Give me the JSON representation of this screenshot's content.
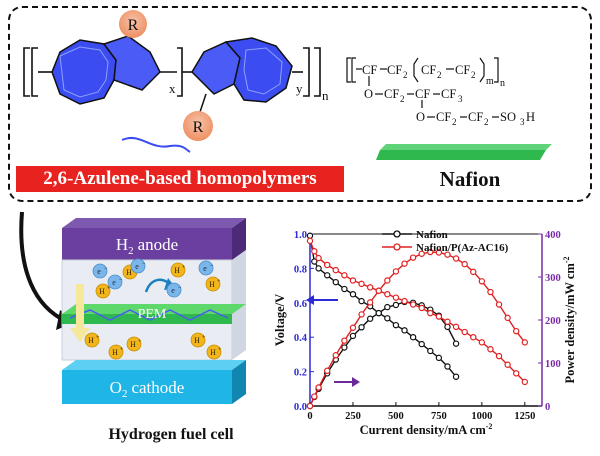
{
  "top": {
    "polymer_label": "2,6-Azulene-based homopolymers",
    "nafion_label": "Nafion",
    "substituent": "R",
    "subscript_x": "x",
    "subscript_y": "y",
    "subscript_n": "n",
    "nafion_m": "m",
    "nafion_n": "n",
    "nafion_row1": [
      "CF",
      "CF",
      "CF",
      "CF"
    ],
    "nafion_sub2": "2",
    "nafion_cf3": "CF",
    "nafion_o": "O",
    "nafion_so3h": "SO",
    "nafion_h": "H",
    "nafion_3": "3"
  },
  "fuel_cell": {
    "anode_label": "H",
    "anode_sub": "2",
    "anode_text": "anode",
    "cathode_label": "O",
    "cathode_sub": "2",
    "cathode_text": "cathode",
    "membrane_label": "PEM",
    "caption": "Hydrogen fuel cell",
    "electron": "e",
    "electron_sup": "−",
    "proton": "H",
    "proton_sup": "+"
  },
  "chart_data": {
    "type": "line",
    "xlabel": "Current density/mA cm",
    "xlabel_sup": "-2",
    "ylabel_left": "Voltage/V",
    "ylabel_right": "Power density/mW cm",
    "ylabel_right_sup": "-2",
    "xlim": [
      0,
      1350
    ],
    "ylim_left": [
      0,
      1.0
    ],
    "ylim_right": [
      0,
      400
    ],
    "x_ticks": [
      0,
      250,
      500,
      750,
      1000,
      1250
    ],
    "y_left_ticks": [
      0.0,
      0.2,
      0.4,
      0.6,
      0.8,
      1.0
    ],
    "y_right_ticks": [
      0,
      100,
      200,
      300,
      400
    ],
    "legend_position": "top-right",
    "series": [
      {
        "name": "Nafion",
        "color": "#111111",
        "axis": "left",
        "kind": "voltage",
        "x": [
          0,
          25,
          50,
          100,
          150,
          200,
          250,
          300,
          350,
          400,
          450,
          500,
          550,
          600,
          650,
          700,
          750,
          800,
          850
        ],
        "y": [
          0.99,
          0.84,
          0.8,
          0.76,
          0.72,
          0.68,
          0.65,
          0.61,
          0.58,
          0.54,
          0.51,
          0.47,
          0.44,
          0.4,
          0.36,
          0.32,
          0.28,
          0.23,
          0.17
        ]
      },
      {
        "name": "Nafion",
        "color": "#111111",
        "axis": "right",
        "kind": "power",
        "x": [
          0,
          25,
          50,
          100,
          150,
          200,
          250,
          300,
          350,
          400,
          450,
          500,
          550,
          600,
          650,
          700,
          750,
          800,
          850
        ],
        "y": [
          0,
          21,
          40,
          76,
          108,
          136,
          163,
          183,
          203,
          216,
          230,
          235,
          242,
          240,
          234,
          224,
          210,
          184,
          145
        ]
      },
      {
        "name": "Nafion/P(Az-AC16)",
        "color": "#e02020",
        "axis": "left",
        "kind": "voltage",
        "x": [
          0,
          25,
          50,
          100,
          150,
          200,
          250,
          300,
          350,
          400,
          450,
          500,
          550,
          600,
          650,
          700,
          750,
          800,
          850,
          900,
          950,
          1000,
          1050,
          1100,
          1150,
          1200,
          1250
        ],
        "y": [
          0.96,
          0.9,
          0.86,
          0.82,
          0.79,
          0.76,
          0.73,
          0.71,
          0.69,
          0.67,
          0.65,
          0.63,
          0.61,
          0.59,
          0.57,
          0.54,
          0.52,
          0.49,
          0.46,
          0.43,
          0.4,
          0.37,
          0.33,
          0.29,
          0.24,
          0.19,
          0.14
        ]
      },
      {
        "name": "Nafion/P(Az-AC16)",
        "color": "#e02020",
        "axis": "right",
        "kind": "power",
        "x": [
          0,
          25,
          50,
          100,
          150,
          200,
          250,
          300,
          350,
          400,
          450,
          500,
          550,
          600,
          650,
          700,
          750,
          800,
          850,
          900,
          950,
          1000,
          1050,
          1100,
          1150,
          1200,
          1250
        ],
        "y": [
          0,
          22,
          43,
          82,
          118,
          152,
          182,
          213,
          241,
          268,
          292,
          313,
          331,
          345,
          354,
          358,
          357,
          352,
          343,
          330,
          312,
          290,
          265,
          236,
          205,
          174,
          148
        ]
      }
    ]
  }
}
